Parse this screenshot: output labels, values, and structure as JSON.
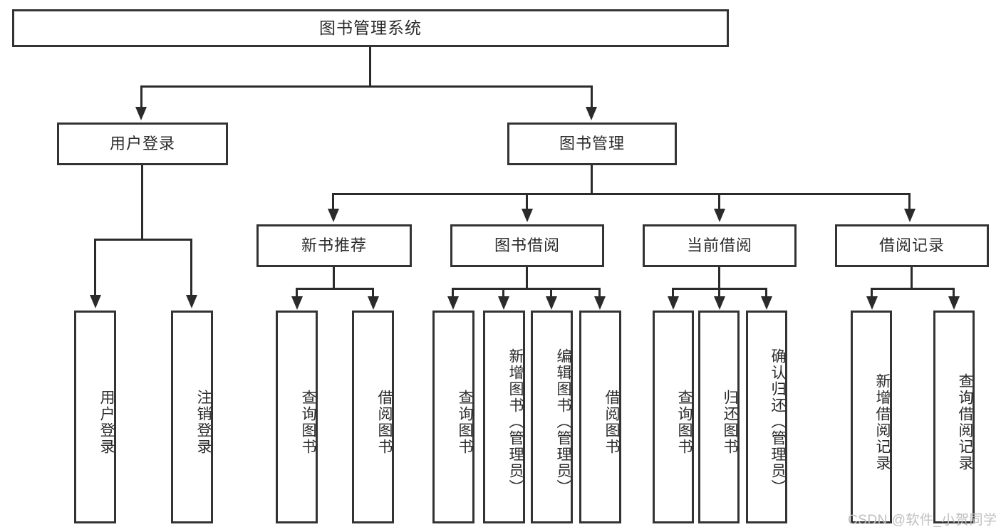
{
  "diagram": {
    "type": "tree-hierarchy-diagram",
    "title": "图书管理系统",
    "colors": {
      "stroke": "#333333",
      "fill": "#ffffff",
      "text": "#2b2b2b",
      "watermark": "#bfbfbf",
      "background": "#ffffff"
    },
    "root": {
      "label": "图书管理系统"
    },
    "level2": [
      {
        "id": "user-login",
        "label": "用户登录"
      },
      {
        "id": "book-management",
        "label": "图书管理"
      }
    ],
    "level3": [
      {
        "id": "new-book-recommend",
        "label": "新书推荐",
        "parent": "book-management"
      },
      {
        "id": "book-borrow",
        "label": "图书借阅",
        "parent": "book-management"
      },
      {
        "id": "current-borrow",
        "label": "当前借阅",
        "parent": "book-management"
      },
      {
        "id": "borrow-record",
        "label": "借阅记录",
        "parent": "book-management"
      }
    ],
    "leaves": {
      "user-login": [
        {
          "id": "leaf-user-login",
          "label": "用户登录"
        },
        {
          "id": "leaf-user-logout",
          "label": "注销登录"
        }
      ],
      "new-book-recommend": [
        {
          "id": "leaf-query-book-1",
          "label": "查询图书"
        },
        {
          "id": "leaf-borrow-book-1",
          "label": "借阅图书"
        }
      ],
      "book-borrow": [
        {
          "id": "leaf-query-book-2",
          "label": "查询图书"
        },
        {
          "id": "leaf-add-book",
          "label": "新增图书（管理员）"
        },
        {
          "id": "leaf-edit-book",
          "label": "编辑图书（管理员）"
        },
        {
          "id": "leaf-borrow-book-2",
          "label": "借阅图书"
        }
      ],
      "current-borrow": [
        {
          "id": "leaf-query-book-3",
          "label": "查询图书"
        },
        {
          "id": "leaf-return-book",
          "label": "归还图书"
        },
        {
          "id": "leaf-confirm-return",
          "label": "确认归还（管理员）"
        }
      ],
      "borrow-record": [
        {
          "id": "leaf-add-record",
          "label": "新增借阅记录"
        },
        {
          "id": "leaf-query-record",
          "label": "查询借阅记录"
        }
      ]
    }
  },
  "watermark": {
    "text": "CSDN @软件_小贺同学"
  }
}
